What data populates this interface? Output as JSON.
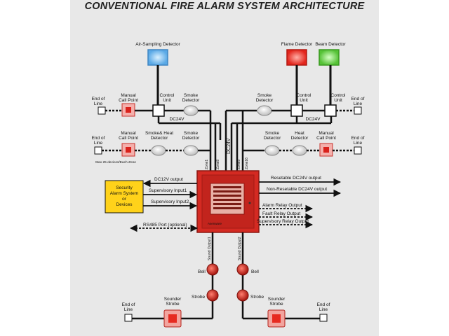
{
  "title": "CONVENTIONAL FIRE ALARM SYSTEM ARCHITECTURE",
  "labels": {
    "air_sampling": "Air-Sampling Detector",
    "flame": "Flame Detector",
    "beam": "Beam Detector",
    "end_of": "End of",
    "line": "Line",
    "manual": "Manual",
    "call_point": "Call Point",
    "control": "Control",
    "unit": "Unit",
    "smoke": "Smoke",
    "detector": "Detector",
    "smoke_heat": "Smoke& Heat",
    "heat": "Heat",
    "dc24v": "DC24V",
    "max_devices": "Max 25 devices/Each Zone",
    "zone1": "Zone1",
    "zone8": "Zone8",
    "zone9": "Zone9",
    "zone16": "Zone16",
    "security1": "Security",
    "security2": "Alarm System",
    "security3": "or",
    "security4": "Devices",
    "dc12v_output": "DC12V output",
    "supervisory_input1": "Supervisory Input1",
    "supervisory_input2": "Supervisory Input2",
    "rs485": "RS485 Port (optional)",
    "resetable_out": "Resetable DC24V output",
    "non_resetable_out": "Non-Resetable DC24V output",
    "alarm_relay": "Alarm Relay Output",
    "fault_relay": "Fault Relay Output",
    "supervisory_relay": "Supervisory Relay Output",
    "sound_output1": "Sound Output1",
    "sound_output2": "Sound Output2",
    "bell": "Bell",
    "strobe": "Strobe",
    "sounder": "Sounder",
    "panel_brand": "Asenware"
  },
  "colors": {
    "panel_red": "#d42a22",
    "security_yellow": "#ffd21a",
    "air_sampling_blue": "#5aa9e6",
    "flame_red": "#e3251c",
    "beam_green": "#55c236",
    "device_red": "#d9211b"
  }
}
